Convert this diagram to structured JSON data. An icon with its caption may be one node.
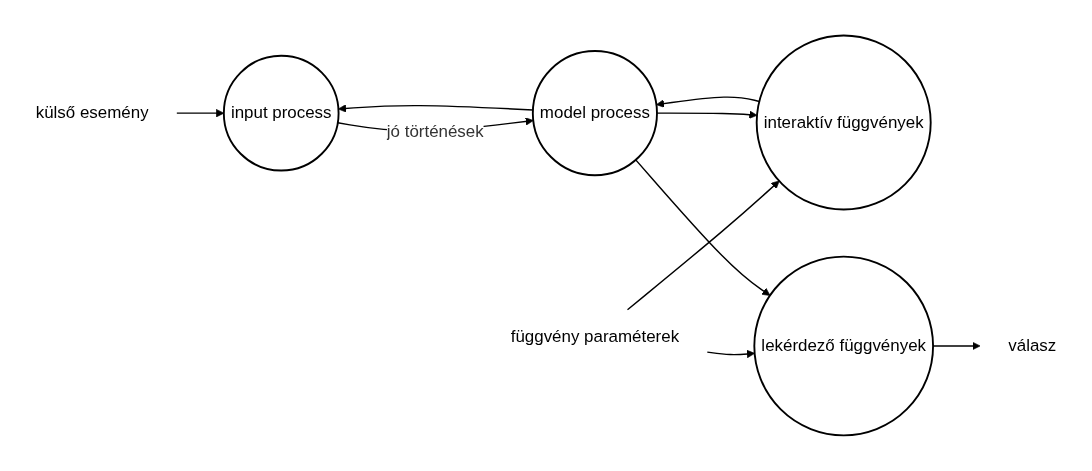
{
  "diagram": {
    "nodes": [
      {
        "text": [
          "külső esemény"
        ]
      },
      {
        "text": [
          "input process"
        ]
      },
      {
        "text": [
          "interaktív függvények"
        ]
      },
      {
        "text": [
          "függvény paraméterek"
        ]
      },
      {
        "text": [
          "model process"
        ]
      },
      {
        "text": [
          "lekérdező függvények"
        ]
      },
      {
        "text": [
          "válasz"
        ]
      }
    ],
    "edges": [
      {
        "from": 0,
        "to": 1,
        "arrow": "to"
      },
      {
        "from": 3,
        "to": 2,
        "arrow": "to"
      },
      {
        "from": 3,
        "to": 5,
        "arrow": "to"
      },
      {
        "from": 1,
        "to": 4,
        "arrow": "to",
        "label": "jó történések"
      },
      {
        "from": 4,
        "to": 1,
        "arrow": "to"
      },
      {
        "from": 2,
        "to": 4,
        "arrow": "to"
      },
      {
        "from": 4,
        "to": 2,
        "arrow": "to"
      },
      {
        "from": 4,
        "to": 5,
        "arrow": "to"
      },
      {
        "from": 5,
        "to": 6,
        "arrow": "to"
      }
    ]
  }
}
